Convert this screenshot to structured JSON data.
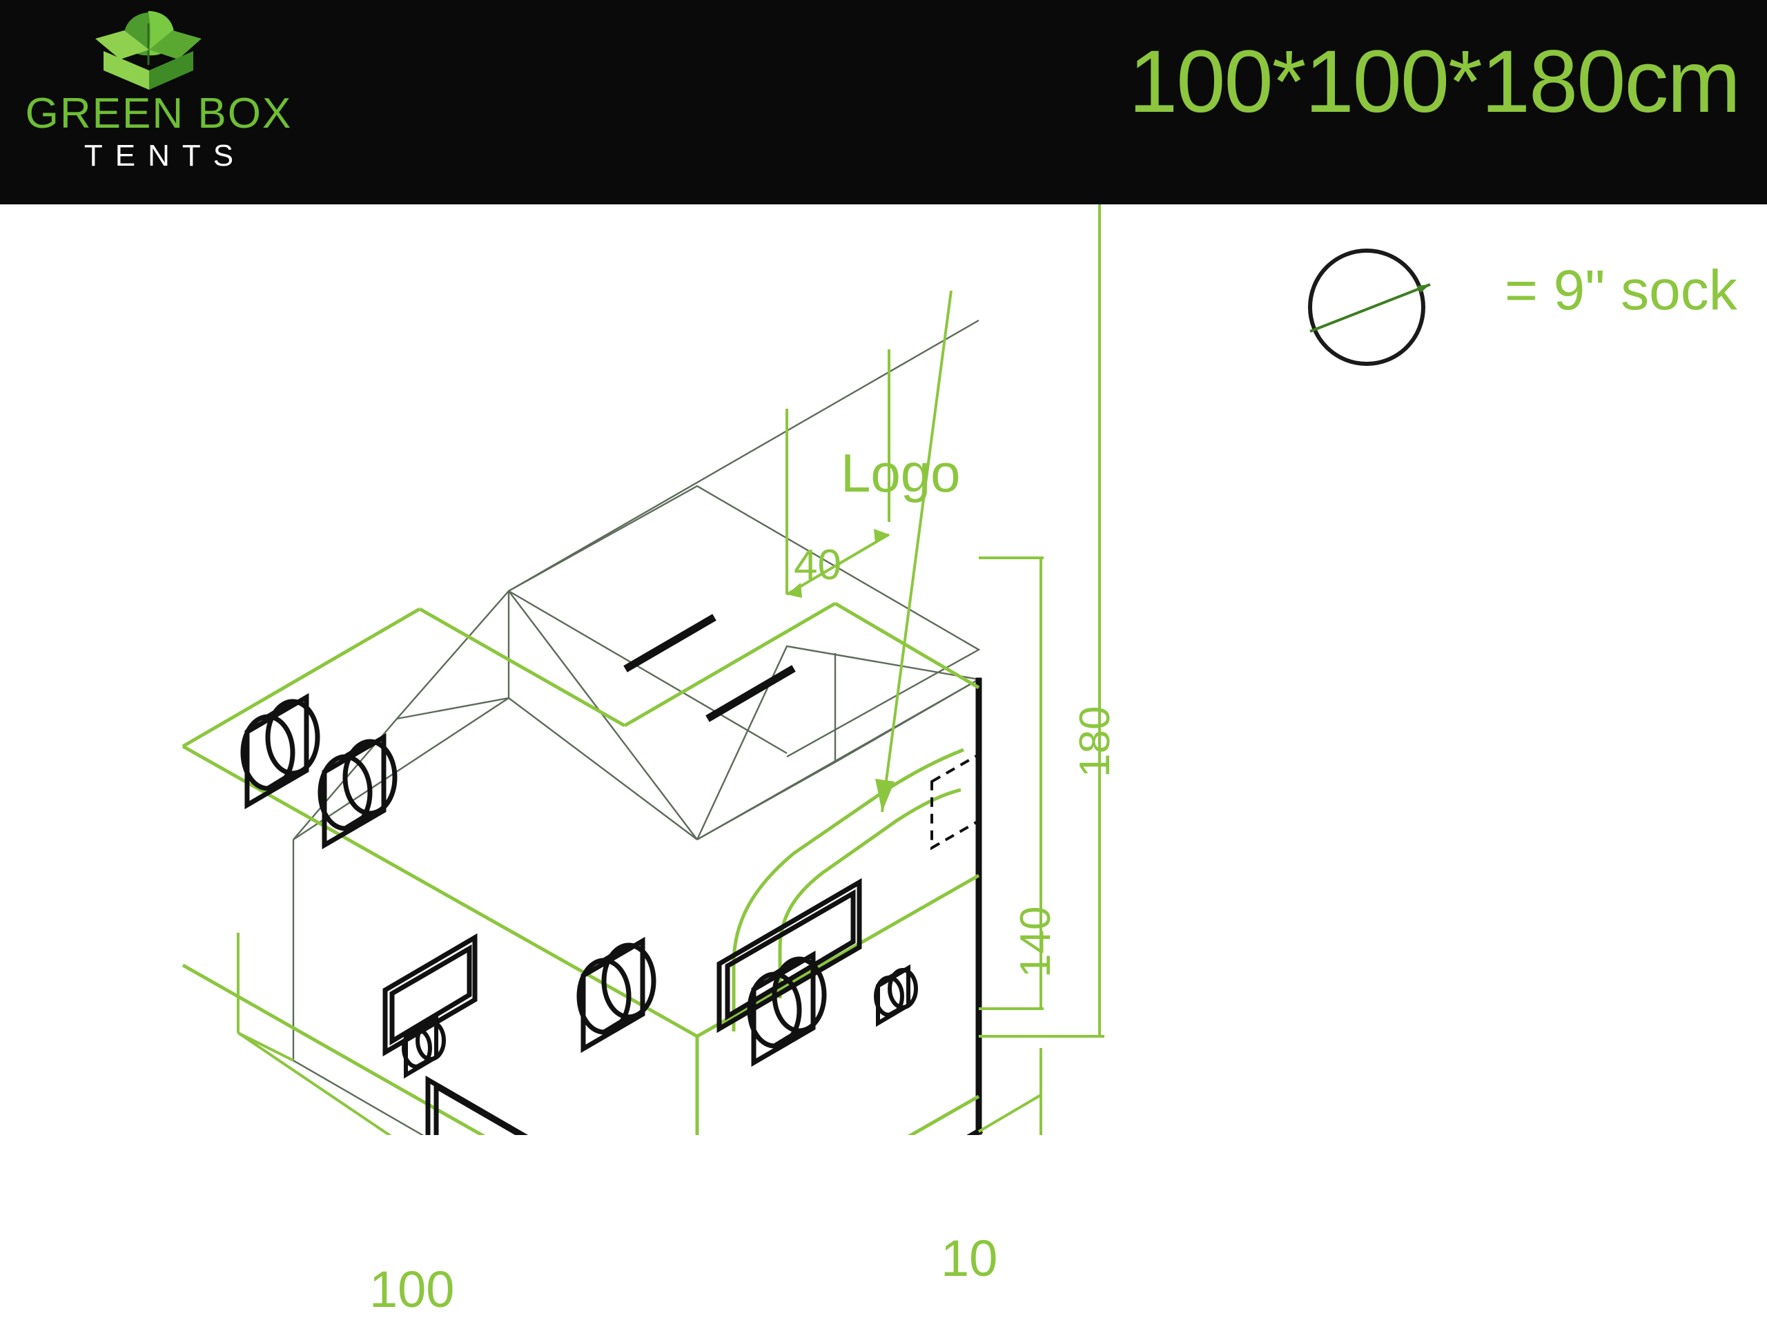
{
  "header": {
    "brand_name": "GREEN BOX",
    "brand_sub": "TENTS",
    "title": "100*100*180cm",
    "brand_color": "#6ebe35",
    "accent_color": "#8cc63f",
    "band_color": "#0a0a0a",
    "logo_icon": "green-box-with-leaves-logo"
  },
  "legend": {
    "symbol_icon": "circle-with-diameter-arrow",
    "text": "= 9\" sock",
    "circle_color": "#1a1a1a",
    "arrow_color": "#3f7d23",
    "text_color": "#8cc63f"
  },
  "drawing": {
    "title_label": "Logo",
    "dimensions": {
      "depth_top": "40",
      "height_total": "180",
      "height_body": "140",
      "width_front": "100",
      "width_side": "10"
    },
    "line_colors": {
      "outline_black": "#111111",
      "interior_grey": "#5d6b5a",
      "seam_green": "#8cc63f",
      "dimension_green": "#8cc63f"
    },
    "features": {
      "roof_socks_large": 2,
      "roof_sock_small": 1,
      "right_sock_large": 1,
      "right_sock_small": 1,
      "bottom_sock_large": 1,
      "vent_panels": 3,
      "logo_patch": "dashed-rectangle",
      "roof_straps": 2
    }
  }
}
